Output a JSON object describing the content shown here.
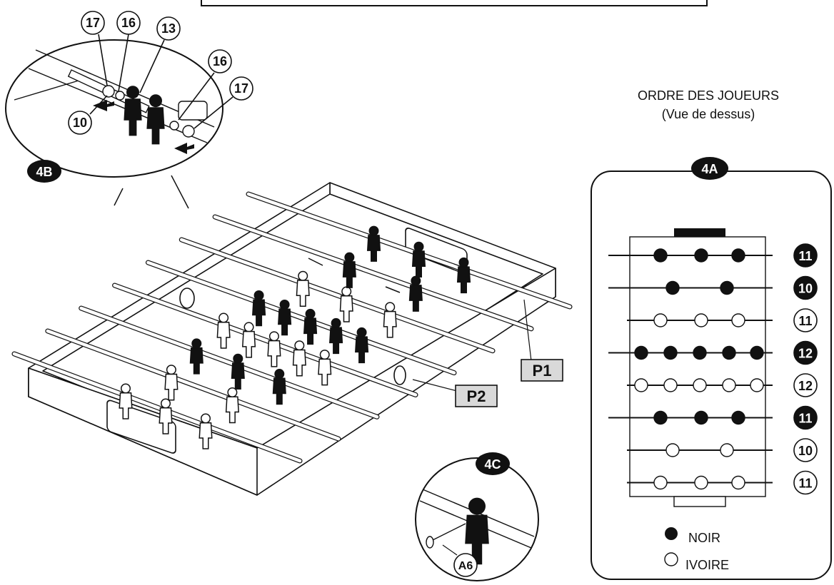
{
  "legend": {
    "title_line1": "ORDRE DES JOUEURS",
    "title_line2": "(Vue de dessus)",
    "badge": "4A",
    "black_label": "NOIR",
    "ivory_label": "IVOIRE",
    "rows": [
      {
        "count": "11",
        "color": "black",
        "players": 3
      },
      {
        "count": "10",
        "color": "black",
        "players": 2
      },
      {
        "count": "11",
        "color": "ivory",
        "players": 3
      },
      {
        "count": "12",
        "color": "black",
        "players": 5
      },
      {
        "count": "12",
        "color": "ivory",
        "players": 5
      },
      {
        "count": "11",
        "color": "black",
        "players": 3
      },
      {
        "count": "10",
        "color": "ivory",
        "players": 2
      },
      {
        "count": "11",
        "color": "ivory",
        "players": 3
      }
    ]
  },
  "callouts": {
    "detail_b": "4B",
    "detail_c": "4C",
    "p1": "P1",
    "p2": "P2",
    "part_17a": "17",
    "part_16a": "16",
    "part_13": "13",
    "part_16b": "16",
    "part_17b": "17",
    "part_10": "10",
    "part_a6": "A6"
  },
  "colors": {
    "ink": "#111111",
    "ivory": "#ffffff",
    "label_box": "#d9d9d9"
  }
}
